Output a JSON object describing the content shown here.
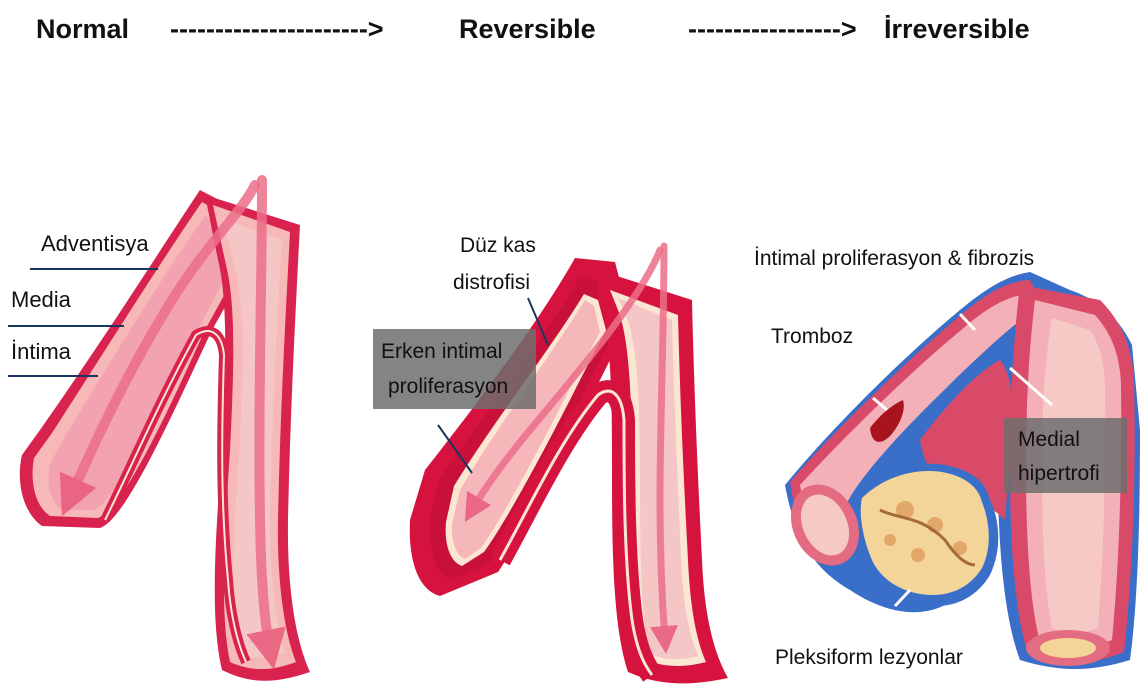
{
  "header": {
    "stage_normal": "Normal",
    "arrow_1": "---------------------->",
    "stage_reversible": "Reversible",
    "arrow_2": "----------------->",
    "stage_irreversible": "İrreversible"
  },
  "panel_normal": {
    "label_adventisya": "Adventisya",
    "label_media": "Media",
    "label_intima": "İntima"
  },
  "panel_reversible": {
    "label_duz_kas_1": "Düz kas",
    "label_duz_kas_2": "distrofisi",
    "label_erken_1": "Erken intimal",
    "label_erken_2": "proliferasyon"
  },
  "panel_irreversible": {
    "label_intimal_fibrozis": "İntimal proliferasyon & fibrozis",
    "label_tromboz": "Tromboz",
    "label_media_1": "Medial",
    "label_media_2": "hipertrofi",
    "label_pleksiform": "Pleksiform lezyonlar"
  },
  "colors": {
    "adventitia": "#f6b9b8",
    "media_normal": "#d8234e",
    "intima": "#fbe6d2",
    "lumen": "#f2a8ae",
    "flow_arrow": "#ec6f8a",
    "lesion": "#f3d59a",
    "vein_blue": "#3a6fc9",
    "label_box": "#6e6e6e"
  }
}
